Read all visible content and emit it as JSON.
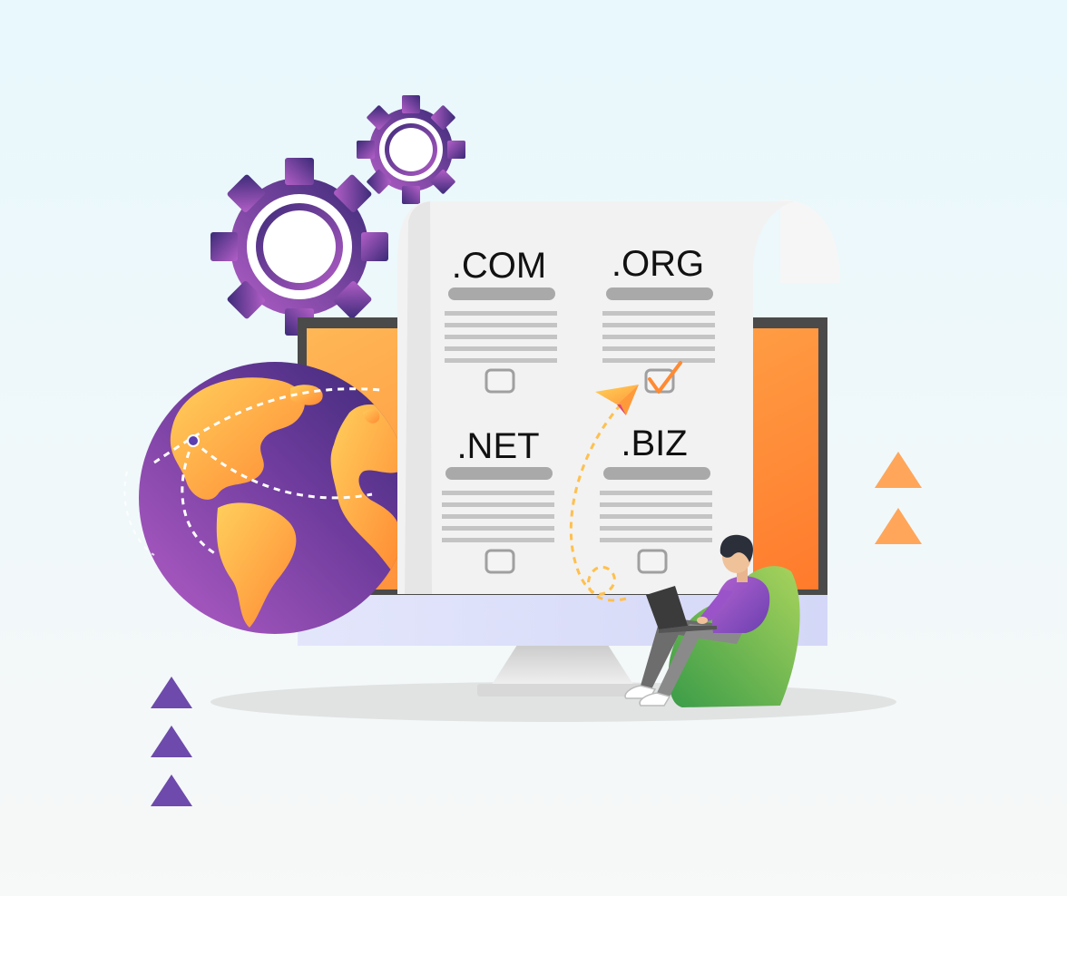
{
  "domains": [
    {
      "label": ".COM",
      "checked": false
    },
    {
      "label": ".ORG",
      "checked": true
    },
    {
      "label": ".NET",
      "checked": false
    },
    {
      "label": ".BIZ",
      "checked": false
    }
  ],
  "icons": {
    "gear_large": "gear-icon",
    "gear_small": "gear-icon",
    "globe": "globe-icon",
    "paper_plane": "paper-plane-icon",
    "checkmark": "checkmark-icon",
    "person": "person-with-laptop",
    "chair": "bean-bag-chair",
    "triangles": "triangle-decoration"
  },
  "colors": {
    "purple_dark": "#4b2e83",
    "purple_light": "#a95cc4",
    "orange": "#ff9a3c",
    "orange_dark": "#ff7a2a",
    "green_light": "#a3cf5a",
    "green_dark": "#3fa04a",
    "bg_top": "#e9f8fc",
    "bg_bottom": "#f6f8f8"
  }
}
